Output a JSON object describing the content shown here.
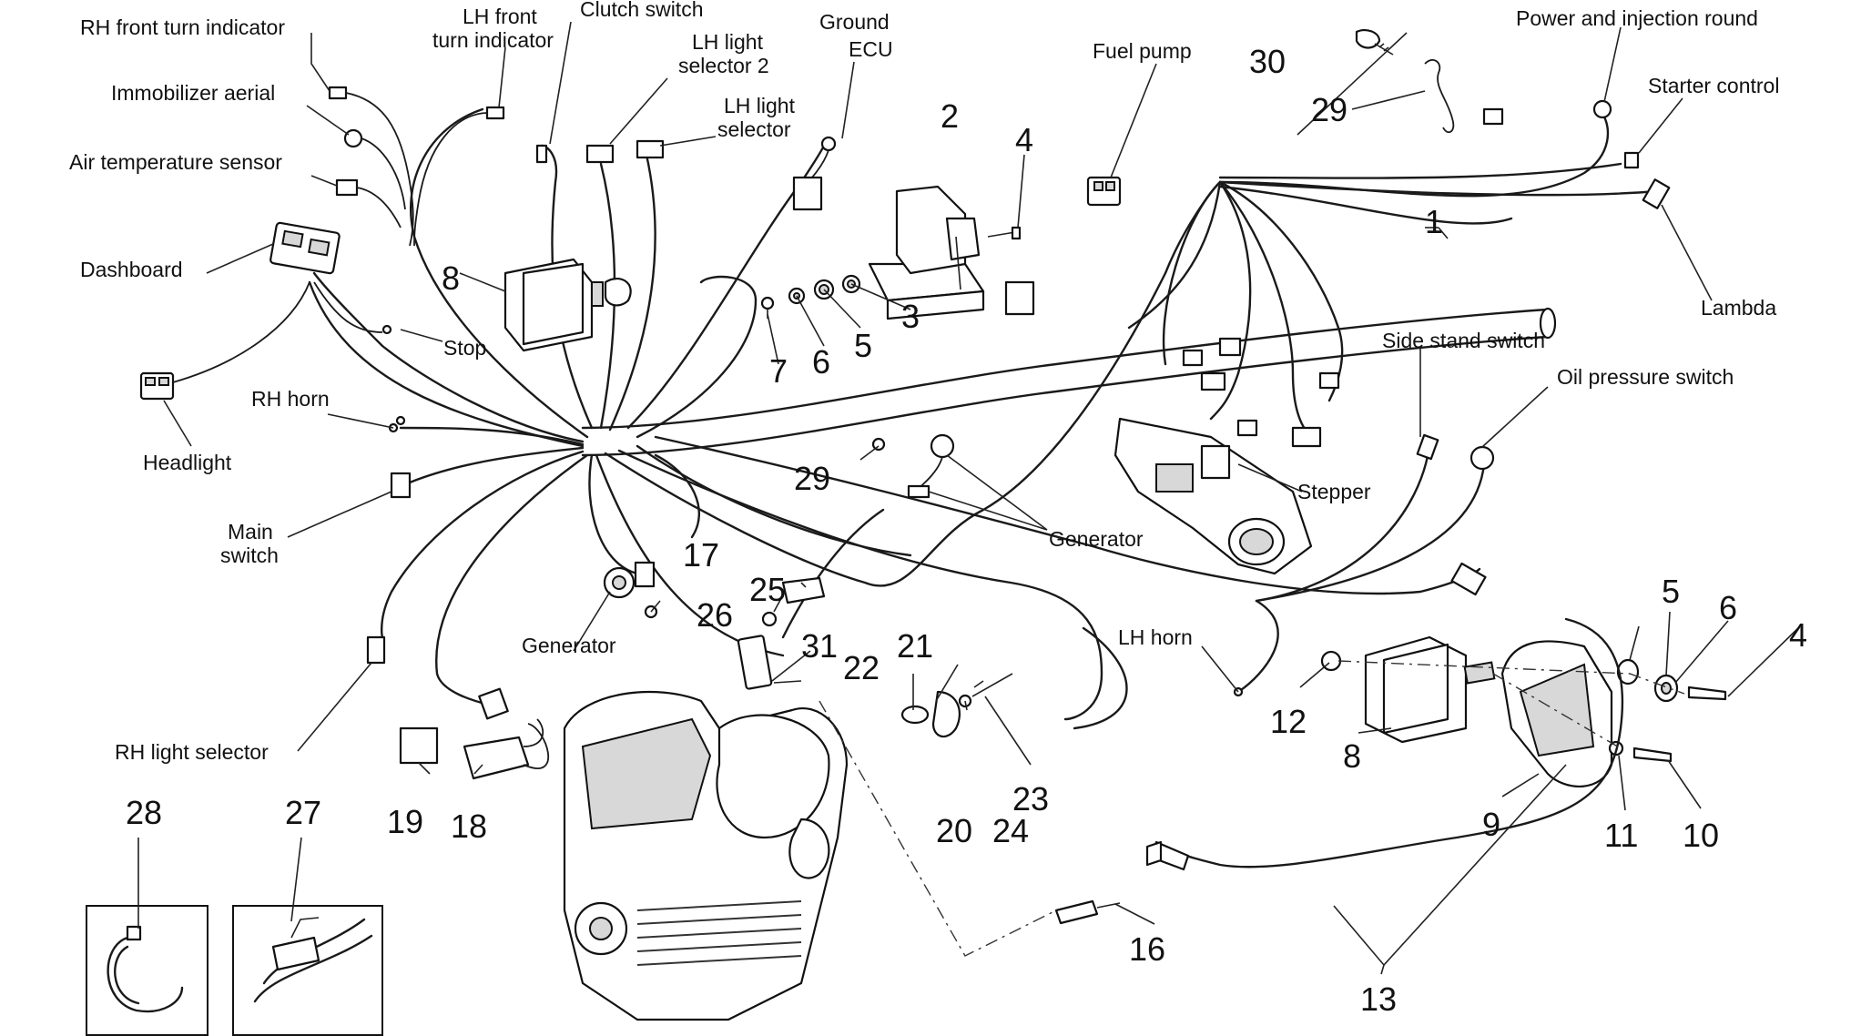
{
  "labels": {
    "rh_front_turn": "RH front turn indicator",
    "lh_front_turn_1": "LH front",
    "lh_front_turn_2": "turn indicator",
    "clutch_switch": "Clutch switch",
    "lh_light_sel2_1": "LH light",
    "lh_light_sel2_2": "selector 2",
    "ground_ecu_1": "Ground",
    "ground_ecu_2": "ECU",
    "lh_light_sel_1": "LH light",
    "lh_light_sel_2": "selector",
    "fuel_pump": "Fuel pump",
    "power_injection": "Power and injection round",
    "starter_control": "Starter control",
    "lambda": "Lambda",
    "immobilizer": "Immobilizer aerial",
    "air_temp": "Air temperature sensor",
    "dashboard": "Dashboard",
    "stop": "Stop",
    "headlight": "Headlight",
    "rh_horn": "RH horn",
    "main_switch_1": "Main",
    "main_switch_2": "switch",
    "generator_a": "Generator",
    "generator_b": "Generator",
    "rh_light_sel": "RH light selector",
    "side_stand": "Side stand switch",
    "oil_pressure": "Oil pressure switch",
    "stepper": "Stepper",
    "lh_horn": "LH horn"
  },
  "numbers": {
    "n1": "1",
    "n2": "2",
    "n3": "3",
    "n4a": "4",
    "n4b": "4",
    "n5a": "5",
    "n5b": "5",
    "n6a": "6",
    "n6b": "6",
    "n7": "7",
    "n8a": "8",
    "n8b": "8",
    "n9": "9",
    "n10": "10",
    "n11": "11",
    "n12": "12",
    "n13": "13",
    "n16": "16",
    "n17": "17",
    "n18": "18",
    "n19": "19",
    "n20": "20",
    "n21": "21",
    "n22": "22",
    "n23": "23",
    "n24": "24",
    "n25": "25",
    "n26": "26",
    "n27": "27",
    "n28": "28",
    "n29a": "29",
    "n29b": "29",
    "n30": "30",
    "n31": "31"
  }
}
